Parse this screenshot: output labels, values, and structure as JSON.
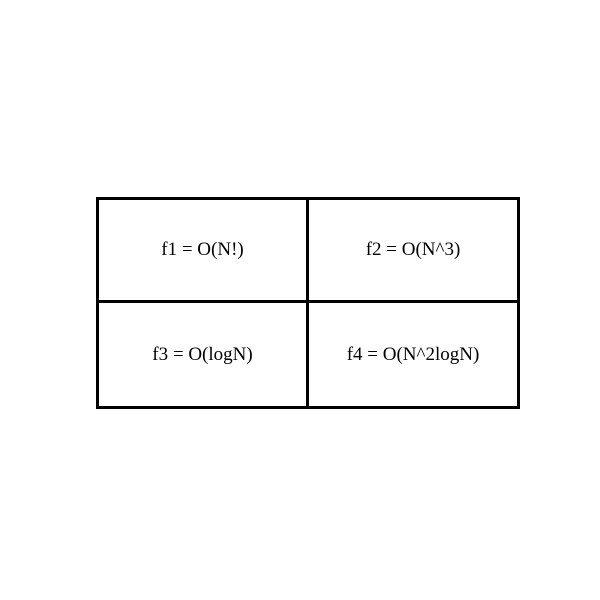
{
  "cells": [
    {
      "label": "f1 = O(N!)"
    },
    {
      "label": "f2 = O(N^3)"
    },
    {
      "label": "f3 = O(logN)"
    },
    {
      "label": "f4 = O(N^2logN)"
    }
  ]
}
